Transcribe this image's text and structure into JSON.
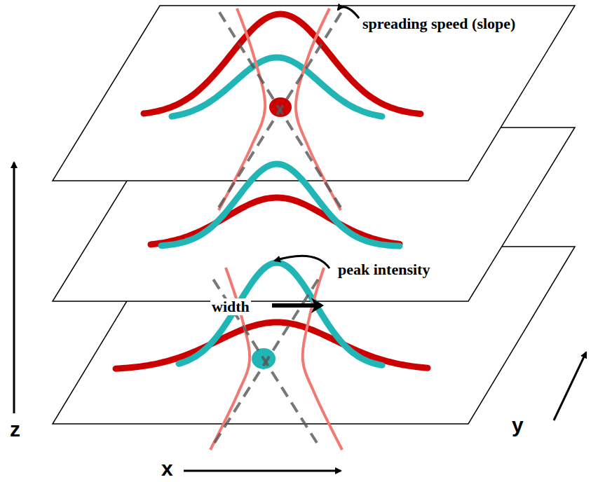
{
  "diagram": {
    "labels": [
      "spreading speed (slope)",
      "peak intensity",
      "width",
      "z",
      "y",
      "x"
    ]
  }
}
